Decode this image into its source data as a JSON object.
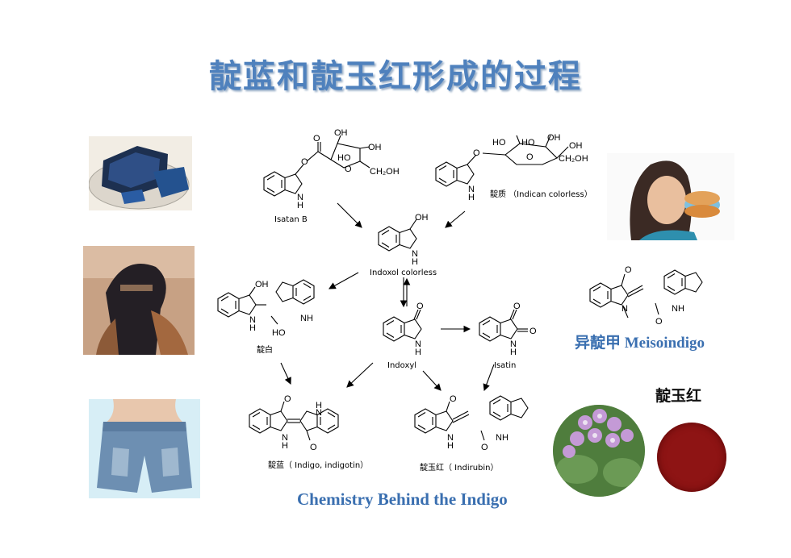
{
  "title": "靛蓝和靛玉红形成的过程",
  "labels": {
    "isatan_b": "Isatan B",
    "indican": "靛质 （Indican colorless）",
    "indoxol": "Indoxol colorless",
    "dian_bai": "靛白",
    "indoxyl": "Indoxyl",
    "isatin": "Isatin",
    "indigo": "靛蓝（ Indigo, indigotin）",
    "indirubin": "靛玉红（ Indirubin）"
  },
  "meisoindigo": "异靛甲 Meisoindigo",
  "indirubin_cn": "靛玉红",
  "footer": "Chemistry Behind the Indigo",
  "colors": {
    "title": "#4f81bd",
    "accent": "#3a6fb0",
    "indirubin_powder": "#8e1414"
  }
}
